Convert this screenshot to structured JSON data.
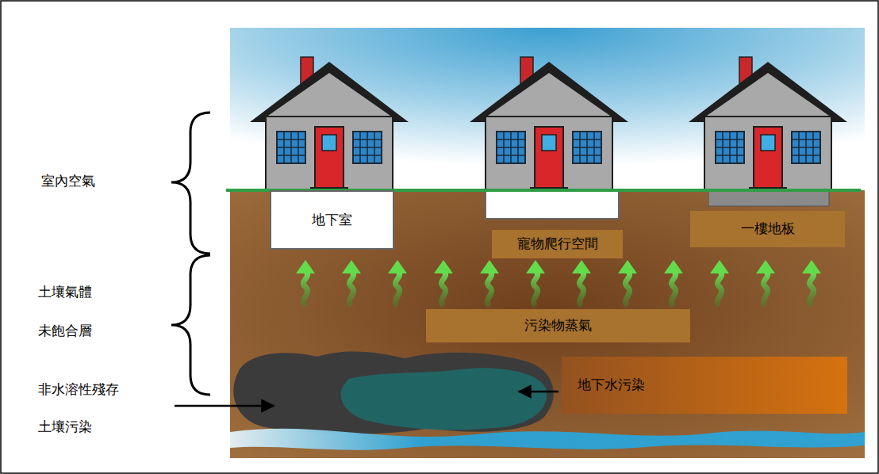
{
  "diagram": {
    "nodes": [
      {
        "text": [
          "地下室"
        ]
      },
      {
        "text": [
          "寵物爬行空間"
        ]
      },
      {
        "text": [
          "一樓地板"
        ]
      },
      {
        "text": [
          "污染物蒸氣"
        ]
      },
      {
        "text": [
          "地下水污染"
        ]
      }
    ],
    "labels": [
      "室內空氣",
      "土壤氣體",
      "未飽合層",
      "非水溶性殘存",
      "土壤污染"
    ]
  }
}
